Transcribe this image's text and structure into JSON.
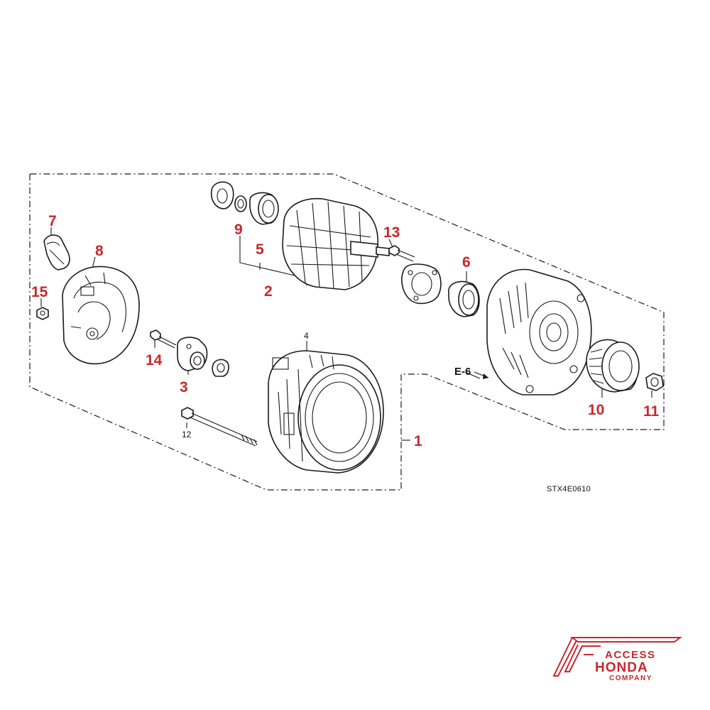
{
  "diagram": {
    "callouts": {
      "c1": "1",
      "c2": "2",
      "c3": "3",
      "c4": "4",
      "c5": "5",
      "c6": "6",
      "c7": "7",
      "c8": "8",
      "c9": "9",
      "c10": "10",
      "c11": "11",
      "c12": "12",
      "c13": "13",
      "c14": "14",
      "c15": "15"
    },
    "reference_label": "E-6",
    "diagram_code": "STX4E0610"
  },
  "logo": {
    "line1": "ACCESS",
    "line2": "HONDA",
    "line3": "COMPANY",
    "color": "#c8282d"
  },
  "colors": {
    "callout_red": "#c8282d",
    "line_art": "#1a1a1a"
  }
}
